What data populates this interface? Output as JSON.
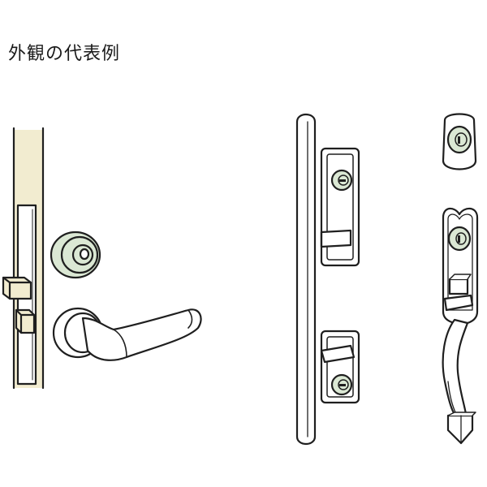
{
  "page": {
    "title": "外観の代表例"
  },
  "colors": {
    "stroke": "#1f1f1f",
    "frame_fill": "#f2ecd0",
    "cylinder_fill": "#dbe8d4",
    "plate_fill": "#ffffff",
    "keyhole": "#1f1f1f"
  },
  "illustrations": [
    {
      "name": "lever-handle-lock",
      "icon": "door-lever-icon"
    },
    {
      "name": "bar-pull-handle-lock",
      "icon": "bar-handle-icon"
    },
    {
      "name": "grip-handle-lock",
      "icon": "grip-handle-icon"
    }
  ]
}
